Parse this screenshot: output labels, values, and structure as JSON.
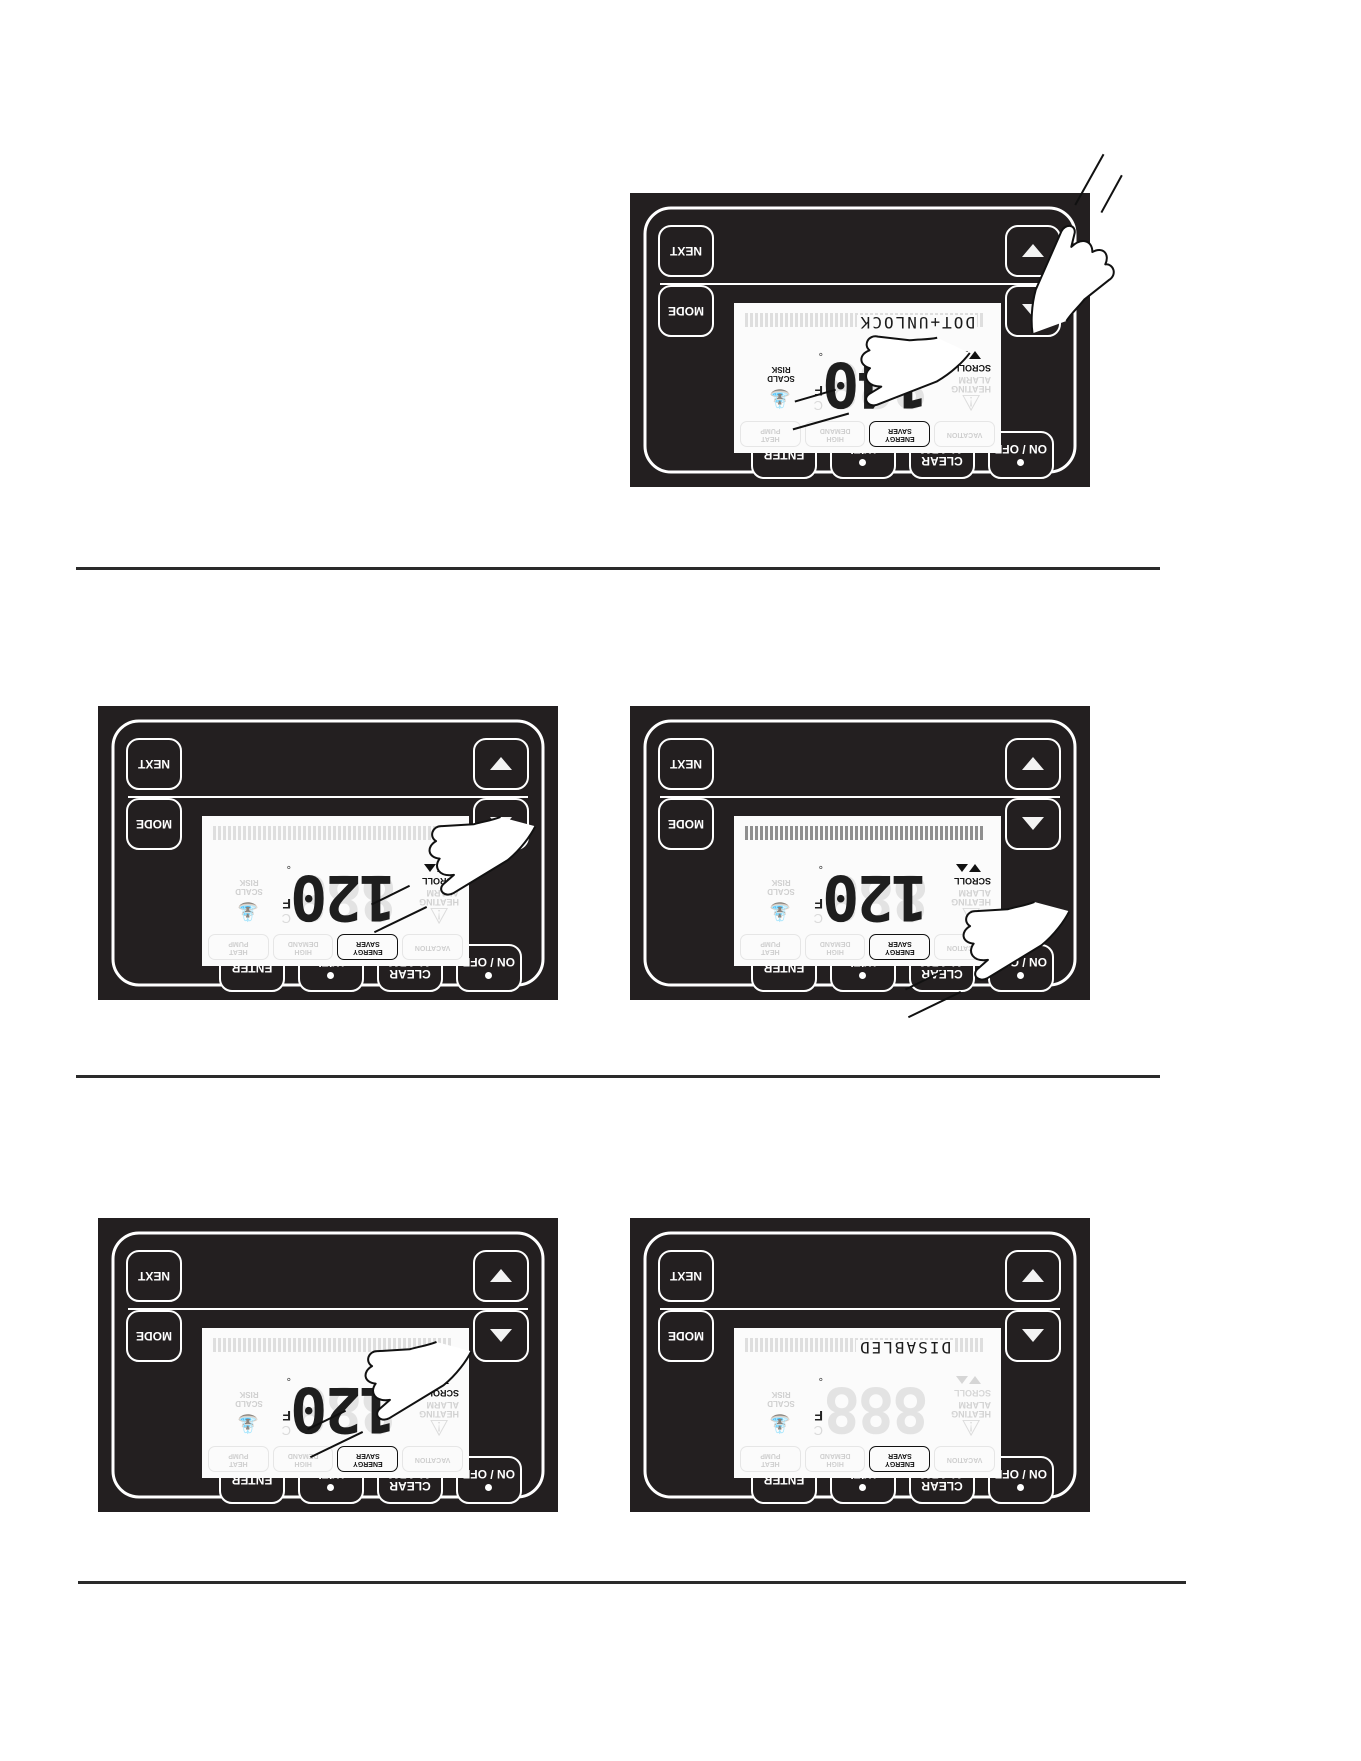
{
  "buttons": {
    "enter": "ENTER",
    "wifi": "WiFi",
    "clear_alarm": "CLEAR\nALARM",
    "on_off": "ON / OFF",
    "next": "NEXT",
    "mode": "MODE"
  },
  "lcd": {
    "heating_alarm": "HEATING\nALARM",
    "scroll": "SCROLL",
    "scald_risk": "SCALD\nRISK",
    "deg_symbol": "°",
    "unit_f": "F",
    "unit_c": "C",
    "modes": [
      "VACATION",
      "ENERGY\nSAVER",
      "HIGH\nDEMAND",
      "HEAT\nPUMP"
    ],
    "active_mode": "ENERGY\nSAVER",
    "ghost_digits": "888"
  },
  "panels": [
    {
      "id": "unlock",
      "temperature": "140",
      "message": "DOT+UNLOCK",
      "hand_on": "up-arrow + down-arrow"
    },
    {
      "id": "scroll-up",
      "temperature": "120",
      "message": "",
      "hand_on": "up-arrow"
    },
    {
      "id": "scroll-down",
      "temperature": "120",
      "message": "",
      "hand_on": "down-arrow"
    },
    {
      "id": "power",
      "temperature": "120",
      "message": "",
      "hand_on": "on-off"
    },
    {
      "id": "disabled",
      "temperature": "",
      "message": "DISABLED",
      "hand_on": ""
    }
  ]
}
